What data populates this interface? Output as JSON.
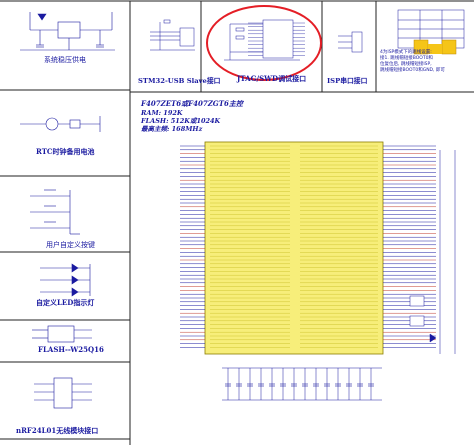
{
  "sections": {
    "power": "系统稳压供电",
    "usb": "STM32-USB Slave接口",
    "jtag": "JTAG/SWD调试接口",
    "isp": "ISP串口接口",
    "rtc": "RTC时钟备用电池",
    "key": "用户自定义按键",
    "led": "自定义LED指示灯",
    "flash": "FLASH--W25Q16",
    "nrf": "nRF24L01无线模块接口"
  },
  "mcu": {
    "title": "F407ZET6或F407ZGT6主控",
    "ram": "RAM:  192K",
    "flash": "FLASH:  512K或1024K",
    "freq": "最高主频: 168MHz"
  },
  "notes": {
    "line1": "4为ISP模式下的跳线设置:",
    "line2": "接1. 跳线帽短接BOOT0和",
    "line3": "位复位后, 跳线帽短接ISP,",
    "line4": "跳线帽短接BOOT0和GND, 即可"
  },
  "colors": {
    "chip": "#f7ee7a",
    "wire": "#1a1aa0",
    "highlight": "#e41e26",
    "pin_red": "#c0392b"
  }
}
